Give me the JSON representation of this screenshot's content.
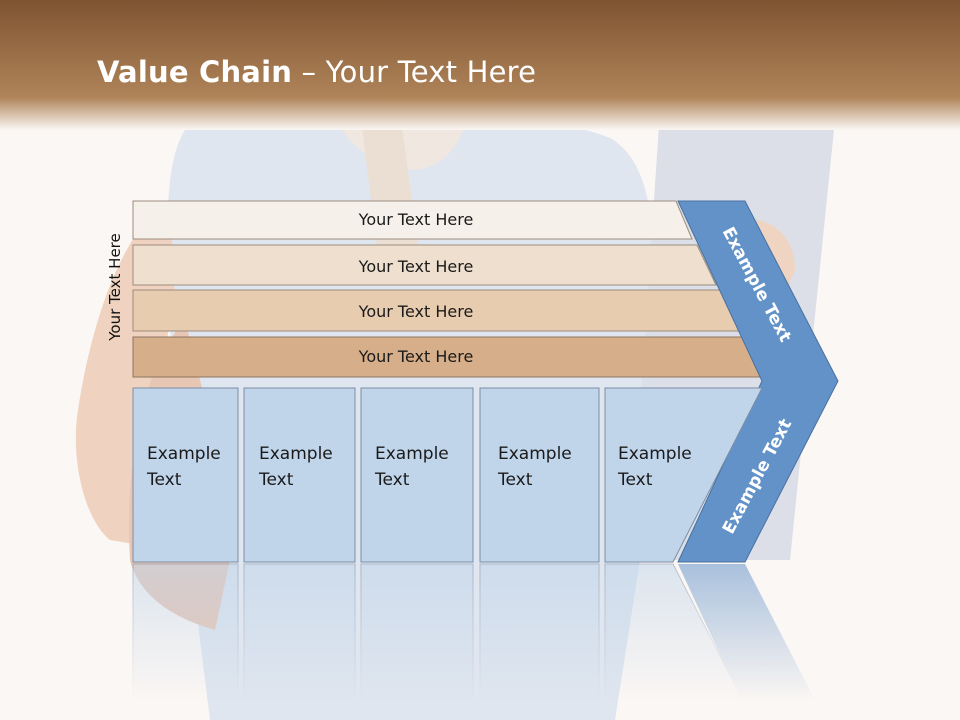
{
  "title": {
    "bold": "Value Chain",
    "rest": " – Your Text Here"
  },
  "side_label": "Your Text Here",
  "bars": [
    "Your Text Here",
    "Your Text Here",
    "Your Text Here",
    "Your Text Here"
  ],
  "activities": [
    {
      "line1": "Example",
      "line2": "Text"
    },
    {
      "line1": "Example",
      "line2": "Text"
    },
    {
      "line1": "Example",
      "line2": "Text"
    },
    {
      "line1": "Example",
      "line2": "Text"
    },
    {
      "line1": "Example",
      "line2": "Text"
    }
  ],
  "arrow": {
    "upper": "Example Text",
    "lower": "Example Text"
  },
  "colors": {
    "header": "#8a5f36",
    "bar1": "#f6f0ea",
    "bar2": "#eedfcf",
    "bar3": "#e7ccb0",
    "bar4": "#d6ae89",
    "box": "#c0d4ea",
    "arrow": "#6392c8"
  }
}
